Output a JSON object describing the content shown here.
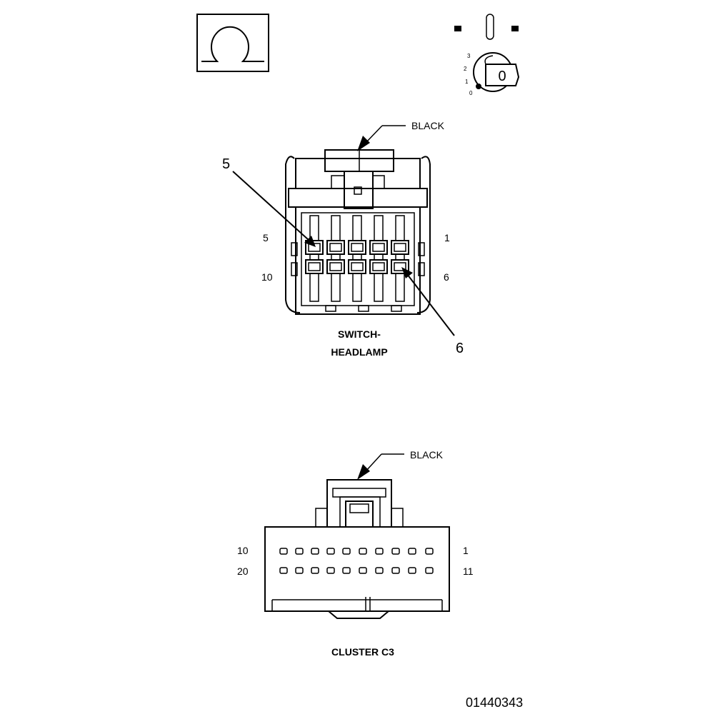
{
  "icons": {
    "ohm_symbol": "ohm-icon",
    "ignition_switch": "ignition-key-icon",
    "ignition_positions": [
      "3",
      "2",
      "1",
      "0"
    ],
    "key_label": "0"
  },
  "connector_switch": {
    "color_label": "BLACK",
    "pin_top_left": "5",
    "pin_top_right": "1",
    "pin_bottom_left": "10",
    "pin_bottom_right": "6",
    "callout_left": "5",
    "callout_right": "6",
    "name_line1": "SWITCH-",
    "name_line2": "HEADLAMP"
  },
  "connector_cluster": {
    "color_label": "BLACK",
    "pin_top_left": "10",
    "pin_top_right": "1",
    "pin_bottom_left": "20",
    "pin_bottom_right": "11",
    "name": "CLUSTER C3"
  },
  "document_id": "01440343"
}
